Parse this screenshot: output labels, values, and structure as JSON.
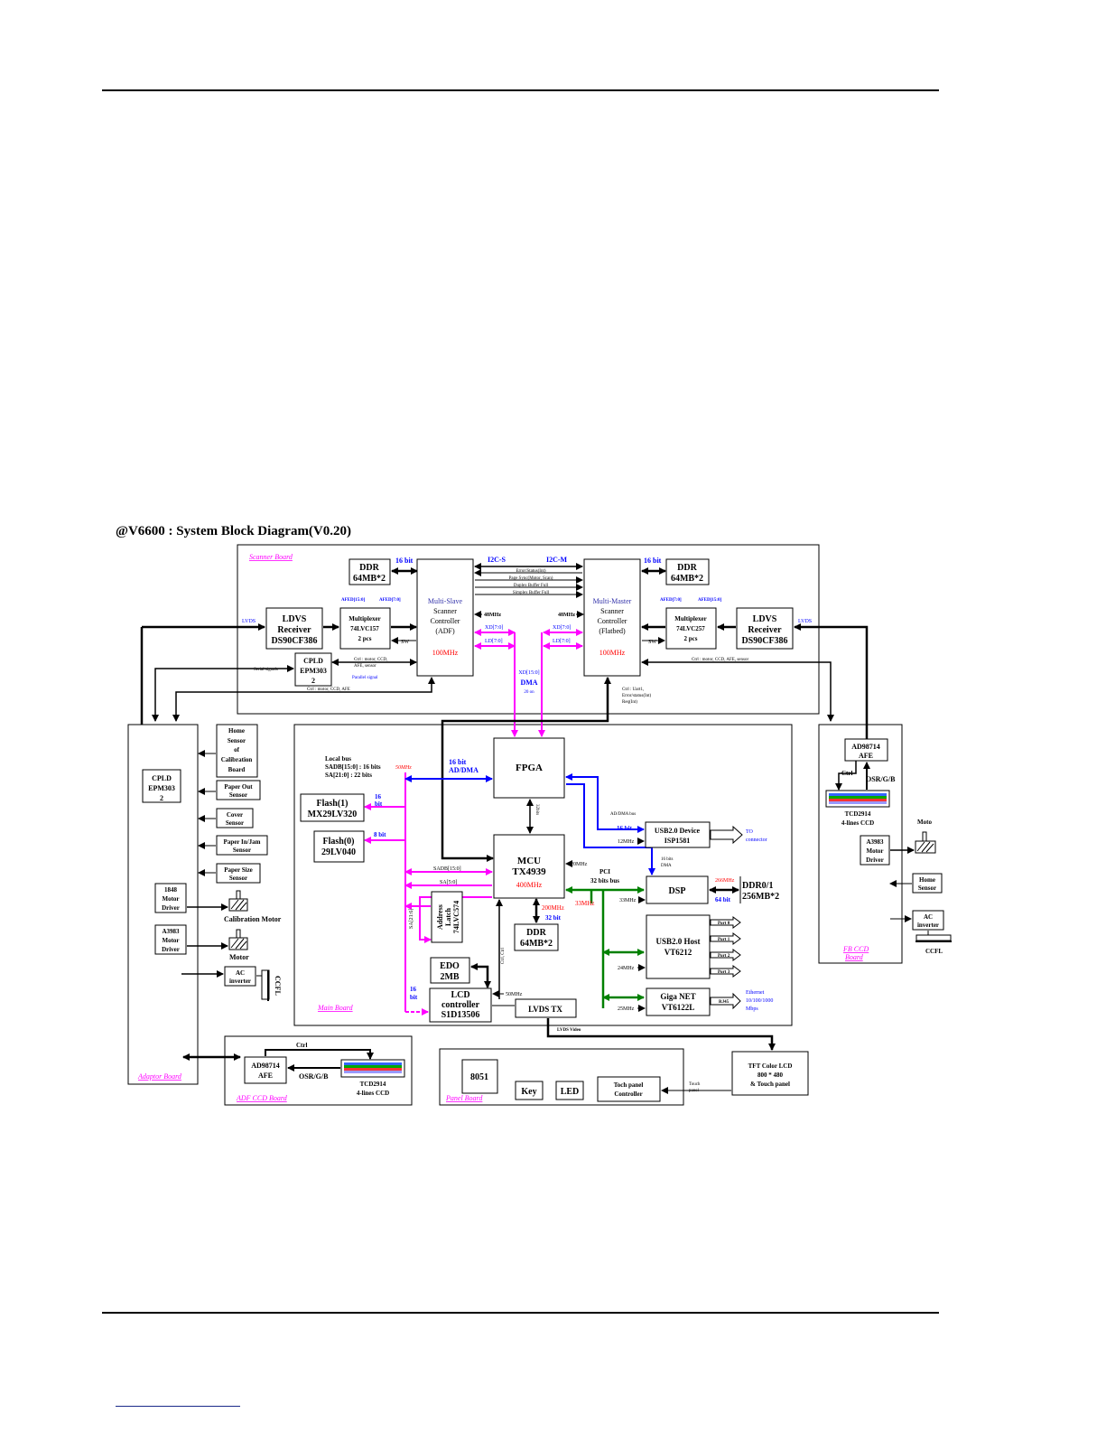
{
  "title": "@V6600 : System Block Diagram(V0.20)",
  "colors": {
    "bus_magenta": "#ff00ff",
    "bus_blue": "#0000ff",
    "bus_green": "#008000",
    "label_blue": "#0000ff",
    "label_red": "#ff0000",
    "board_label": "#ff00ff"
  },
  "boards": {
    "scanner": "Scanner Board",
    "main": "Main Board",
    "adaptor": "Adaptor Board",
    "fb_ccd": "FB CCD Board",
    "adf_ccd": "ADF CCD Board",
    "panel": "Panel Board"
  },
  "scanner": {
    "ddr_left": [
      "DDR",
      "64MB*2"
    ],
    "ddr_right": [
      "DDR",
      "64MB*2"
    ],
    "bit16_left": "16 bit",
    "bit16_right": "16 bit",
    "i2c_s": "I2C-S",
    "i2c_m": "I2C-M",
    "slave": [
      "Multi-Slave",
      "Scanner",
      "Controller",
      "(ADF)",
      "100MHz"
    ],
    "master": [
      "Multi-Master",
      "Scanner",
      "Controller",
      "(Flatbed)",
      "100MHz"
    ],
    "signals": [
      "Error/Status(Int)",
      "Page Sync(Motor, Scan)",
      "Duplex Buffer Full",
      "Simplex Buffer Full"
    ],
    "clk_left": "48MHz",
    "clk_right": "48MHz",
    "ldvs_left": [
      "LDVS",
      "Receiver",
      "DS90CF386"
    ],
    "ldvs_right": [
      "LDVS",
      "Receiver",
      "DS90CF386"
    ],
    "lvds_left": "LVDS",
    "lvds_right": "LVDS",
    "mux_left": [
      "Multiplexer",
      "74LVC157",
      "2 pcs"
    ],
    "mux_right": [
      "Multiplexer",
      "74LVC257",
      "2 pcs"
    ],
    "afed_l1": "AFED[15:0]",
    "afed_l2": "AFED[7:0]",
    "afed_r1": "AFED[7:0]",
    "afed_r2": "AFED[15:0]",
    "sw_left": "SW",
    "sw_right": "SW",
    "xd_left": "XD[7:0]",
    "ld_left": "LD[7:0]",
    "xd_right": "XD[7:0]",
    "ld_right": "LD[7:0]",
    "cpld": [
      "CPLD",
      "EPM303",
      "2"
    ],
    "serial": "Serial signals",
    "ctrl_cpld": [
      "Ctrl : motor, CCD,",
      "AFE, sensor"
    ],
    "parallel": "Parallel signal",
    "ctrl_bottom": "Ctrl : motor, CCD, AFE",
    "ctrl_right": "Ctrl : motor, CCD, AFE, sensor",
    "xd_dma": [
      "XD[15:0]",
      "DMA",
      "20 on"
    ],
    "ctrl_uart": [
      "Ctrl : Uart1,",
      "Error/status(Int)",
      "Req(Int)"
    ]
  },
  "adaptor": {
    "cpld": [
      "CPLD",
      "EPM303",
      "2"
    ],
    "home_sensor": [
      "Home",
      "Sensor",
      "of",
      "Calibration",
      "Board"
    ],
    "paper_out": [
      "Paper Out",
      "Sensor"
    ],
    "cover": [
      "Cover",
      "Sensor"
    ],
    "paper_in": [
      "Paper In/Jam",
      "Sensor"
    ],
    "paper_size": [
      "Paper Size",
      "Sensor"
    ],
    "motor1848": [
      "1848",
      "Motor",
      "Driver"
    ],
    "calib_motor": "Calibration Motor",
    "a3983": [
      "A3983",
      "Motor",
      "Driver"
    ],
    "motor": "Motor",
    "ac": [
      "AC",
      "inverter"
    ],
    "ccfl": "CCFL"
  },
  "main": {
    "local_bus": [
      "Local bus",
      "SADB[15:0] : 16 bits",
      "SA[21:0] : 22 bits"
    ],
    "clk50": "50MHz",
    "fpga": "FPGA",
    "bit16_addma": [
      "16 bit",
      "AD/DMA"
    ],
    "flash1": [
      "Flash(1)",
      "MX29LV320"
    ],
    "flash0": [
      "Flash(0)",
      "29LV040"
    ],
    "bit16": [
      "16",
      "bit"
    ],
    "bit8": "8 bit",
    "mcu": [
      "MCU",
      "TX4939",
      "400MHz"
    ],
    "sadb": "SADB[15:0]",
    "sa": "SA[5:0]",
    "addr_latch": [
      "Address",
      "Latch",
      "74LVC574"
    ],
    "sa21": "SA[21:6]",
    "ddr": [
      "DDR",
      "64MB*2"
    ],
    "ddr_clk": "200MHz",
    "bit32": "32 bit",
    "clk20": "20MHz",
    "pci": [
      "PCI",
      "32 bits bus"
    ],
    "clk33": "33MHz",
    "edo": [
      "EDO",
      "2MB"
    ],
    "lcd": [
      "LCD",
      "controller",
      "S1D13506"
    ],
    "bit16_lcd": [
      "16",
      "bit"
    ],
    "clk50b": "50MHz",
    "lvds_tx": "LVDS TX",
    "lvds_video": "LVDS Video",
    "addma_bus": "AD/DMA bus",
    "usb_dev": [
      "USB2.0 Device",
      "ISP1581"
    ],
    "bit16b": "16 bit",
    "clk12": "12MHz",
    "to_pc": [
      "TO",
      "connector"
    ],
    "bit16_dma": [
      "16 bits",
      "DMA"
    ],
    "dsp": "DSP",
    "dsp_clk": "33MHz",
    "dsp_freq": "266MHz",
    "bit64": "64 bit",
    "ddr01": [
      "DDR0/1",
      "256MB*2"
    ],
    "usb_host": [
      "USB2.0 Host",
      "VT6212"
    ],
    "ports": [
      "Port 0",
      "Port 1",
      "Port 2",
      "Port 3"
    ],
    "clk24": "24MHz",
    "giga": [
      "Giga NET",
      "VT6122L"
    ],
    "clk25": "25MHz",
    "rj45": "RJ45",
    "ethernet": [
      "Ethernet",
      "10/100/1000",
      "Mbps"
    ],
    "fpga_bus": "32bits",
    "ctrl_mcu": "Ctrl, Ctrl"
  },
  "fb": {
    "afe": [
      "AD98714",
      "AFE"
    ],
    "ctrl": "Ctrl",
    "osr": "OSR/G/B",
    "ccd": [
      "TCD2914",
      "4-lines CCD"
    ],
    "moto": "Moto",
    "a3983": [
      "A3983",
      "Motor",
      "Driver"
    ],
    "home": [
      "Home",
      "Sensor"
    ],
    "ac": [
      "AC",
      "inverter"
    ],
    "ccfl": "CCFL"
  },
  "adf": {
    "afe": [
      "AD98714",
      "AFE"
    ],
    "ctrl": "Ctrl",
    "osr": "OSR/G/B",
    "ccd": [
      "TCD2914",
      "4-lines CCD"
    ]
  },
  "panel": {
    "mcu8051": "8051",
    "key": "Key",
    "led": "LED",
    "touch_ctrl": [
      "Toch panel",
      "Controller"
    ],
    "touch_label": [
      "Touch",
      "panel"
    ],
    "tft": [
      "TFT Color LCD",
      "800 * 480",
      "& Touch panel"
    ]
  }
}
